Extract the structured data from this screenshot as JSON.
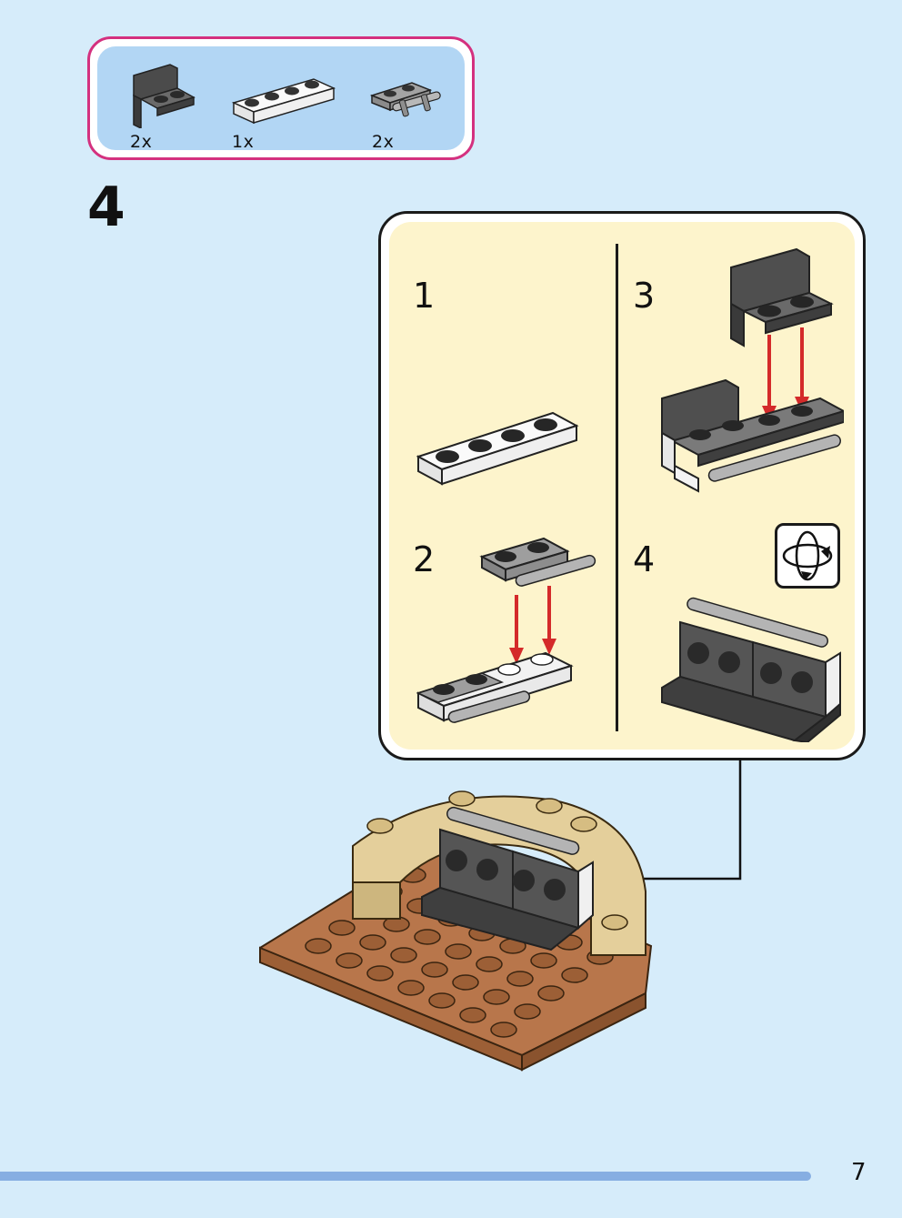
{
  "parts_list": {
    "items": [
      {
        "count": "2x",
        "icon": "dark-gray-bracket-1x2-icon",
        "color": "#5d5d5d"
      },
      {
        "count": "1x",
        "icon": "white-plate-1x4-icon",
        "color": "#ffffff"
      },
      {
        "count": "2x",
        "icon": "gray-clip-plate-1x2-icon",
        "color": "#9a9a9a"
      }
    ],
    "border_color": "#d4317f",
    "fill_color": "#b2d6f4"
  },
  "step": {
    "number": "4"
  },
  "callout": {
    "substeps": [
      {
        "number": "1"
      },
      {
        "number": "2"
      },
      {
        "number": "3"
      },
      {
        "number": "4"
      }
    ],
    "rotate_icon": "rotate-model-icon",
    "background": "#fdf4cc",
    "arrow_color": "#d42a2a"
  },
  "footer": {
    "page_number": "7",
    "bar_color": "#86aee2"
  },
  "palette": {
    "background": "#d6ecfa",
    "tan": "#e4cf9b",
    "brown": "#b8764b"
  }
}
